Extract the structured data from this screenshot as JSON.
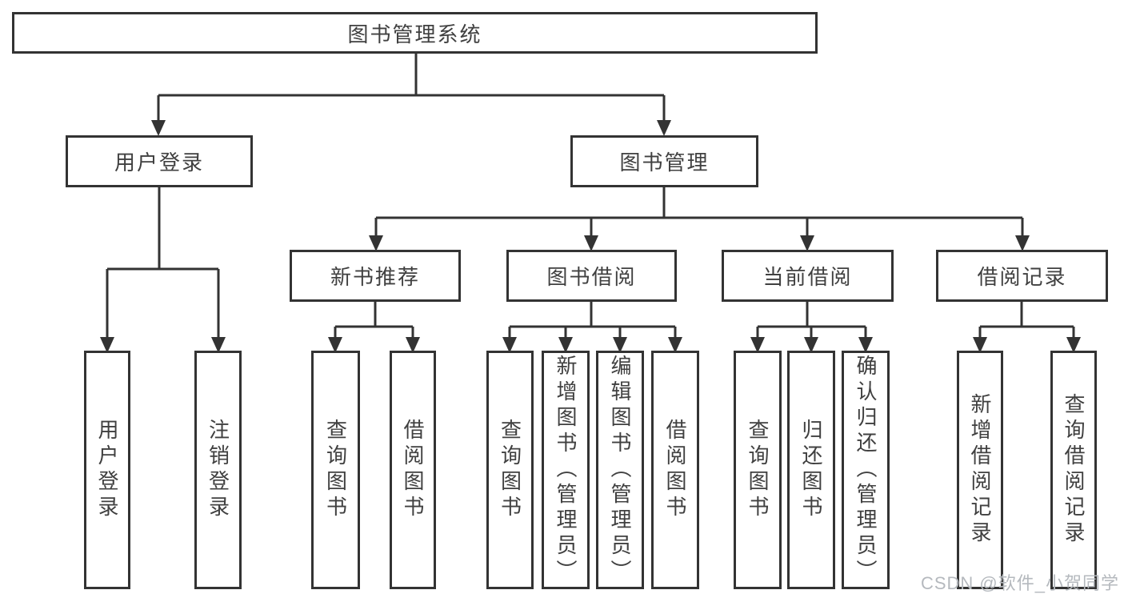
{
  "diagram": {
    "tree": {
      "root": "图书管理系统",
      "children": [
        {
          "label": "用户登录",
          "children": [
            "用户登录",
            "注销登录"
          ]
        },
        {
          "label": "图书管理",
          "children": [
            {
              "label": "新书推荐",
              "children": [
                "查询图书",
                "借阅图书"
              ]
            },
            {
              "label": "图书借阅",
              "children": [
                "查询图书",
                "新增图书（管理员）",
                "编辑图书（管理员）",
                "借阅图书"
              ]
            },
            {
              "label": "当前借阅",
              "children": [
                "查询图书",
                "归还图书",
                "确认归还（管理员）"
              ]
            },
            {
              "label": "借阅记录",
              "children": [
                "新增借阅记录",
                "查询借阅记录"
              ]
            }
          ]
        }
      ]
    },
    "watermark": "CSDN @软件_小贺同学",
    "colors": {
      "line": "#333333",
      "text": "#404040",
      "box_background": "#ffffff",
      "watermark": "#b5b9be"
    }
  }
}
